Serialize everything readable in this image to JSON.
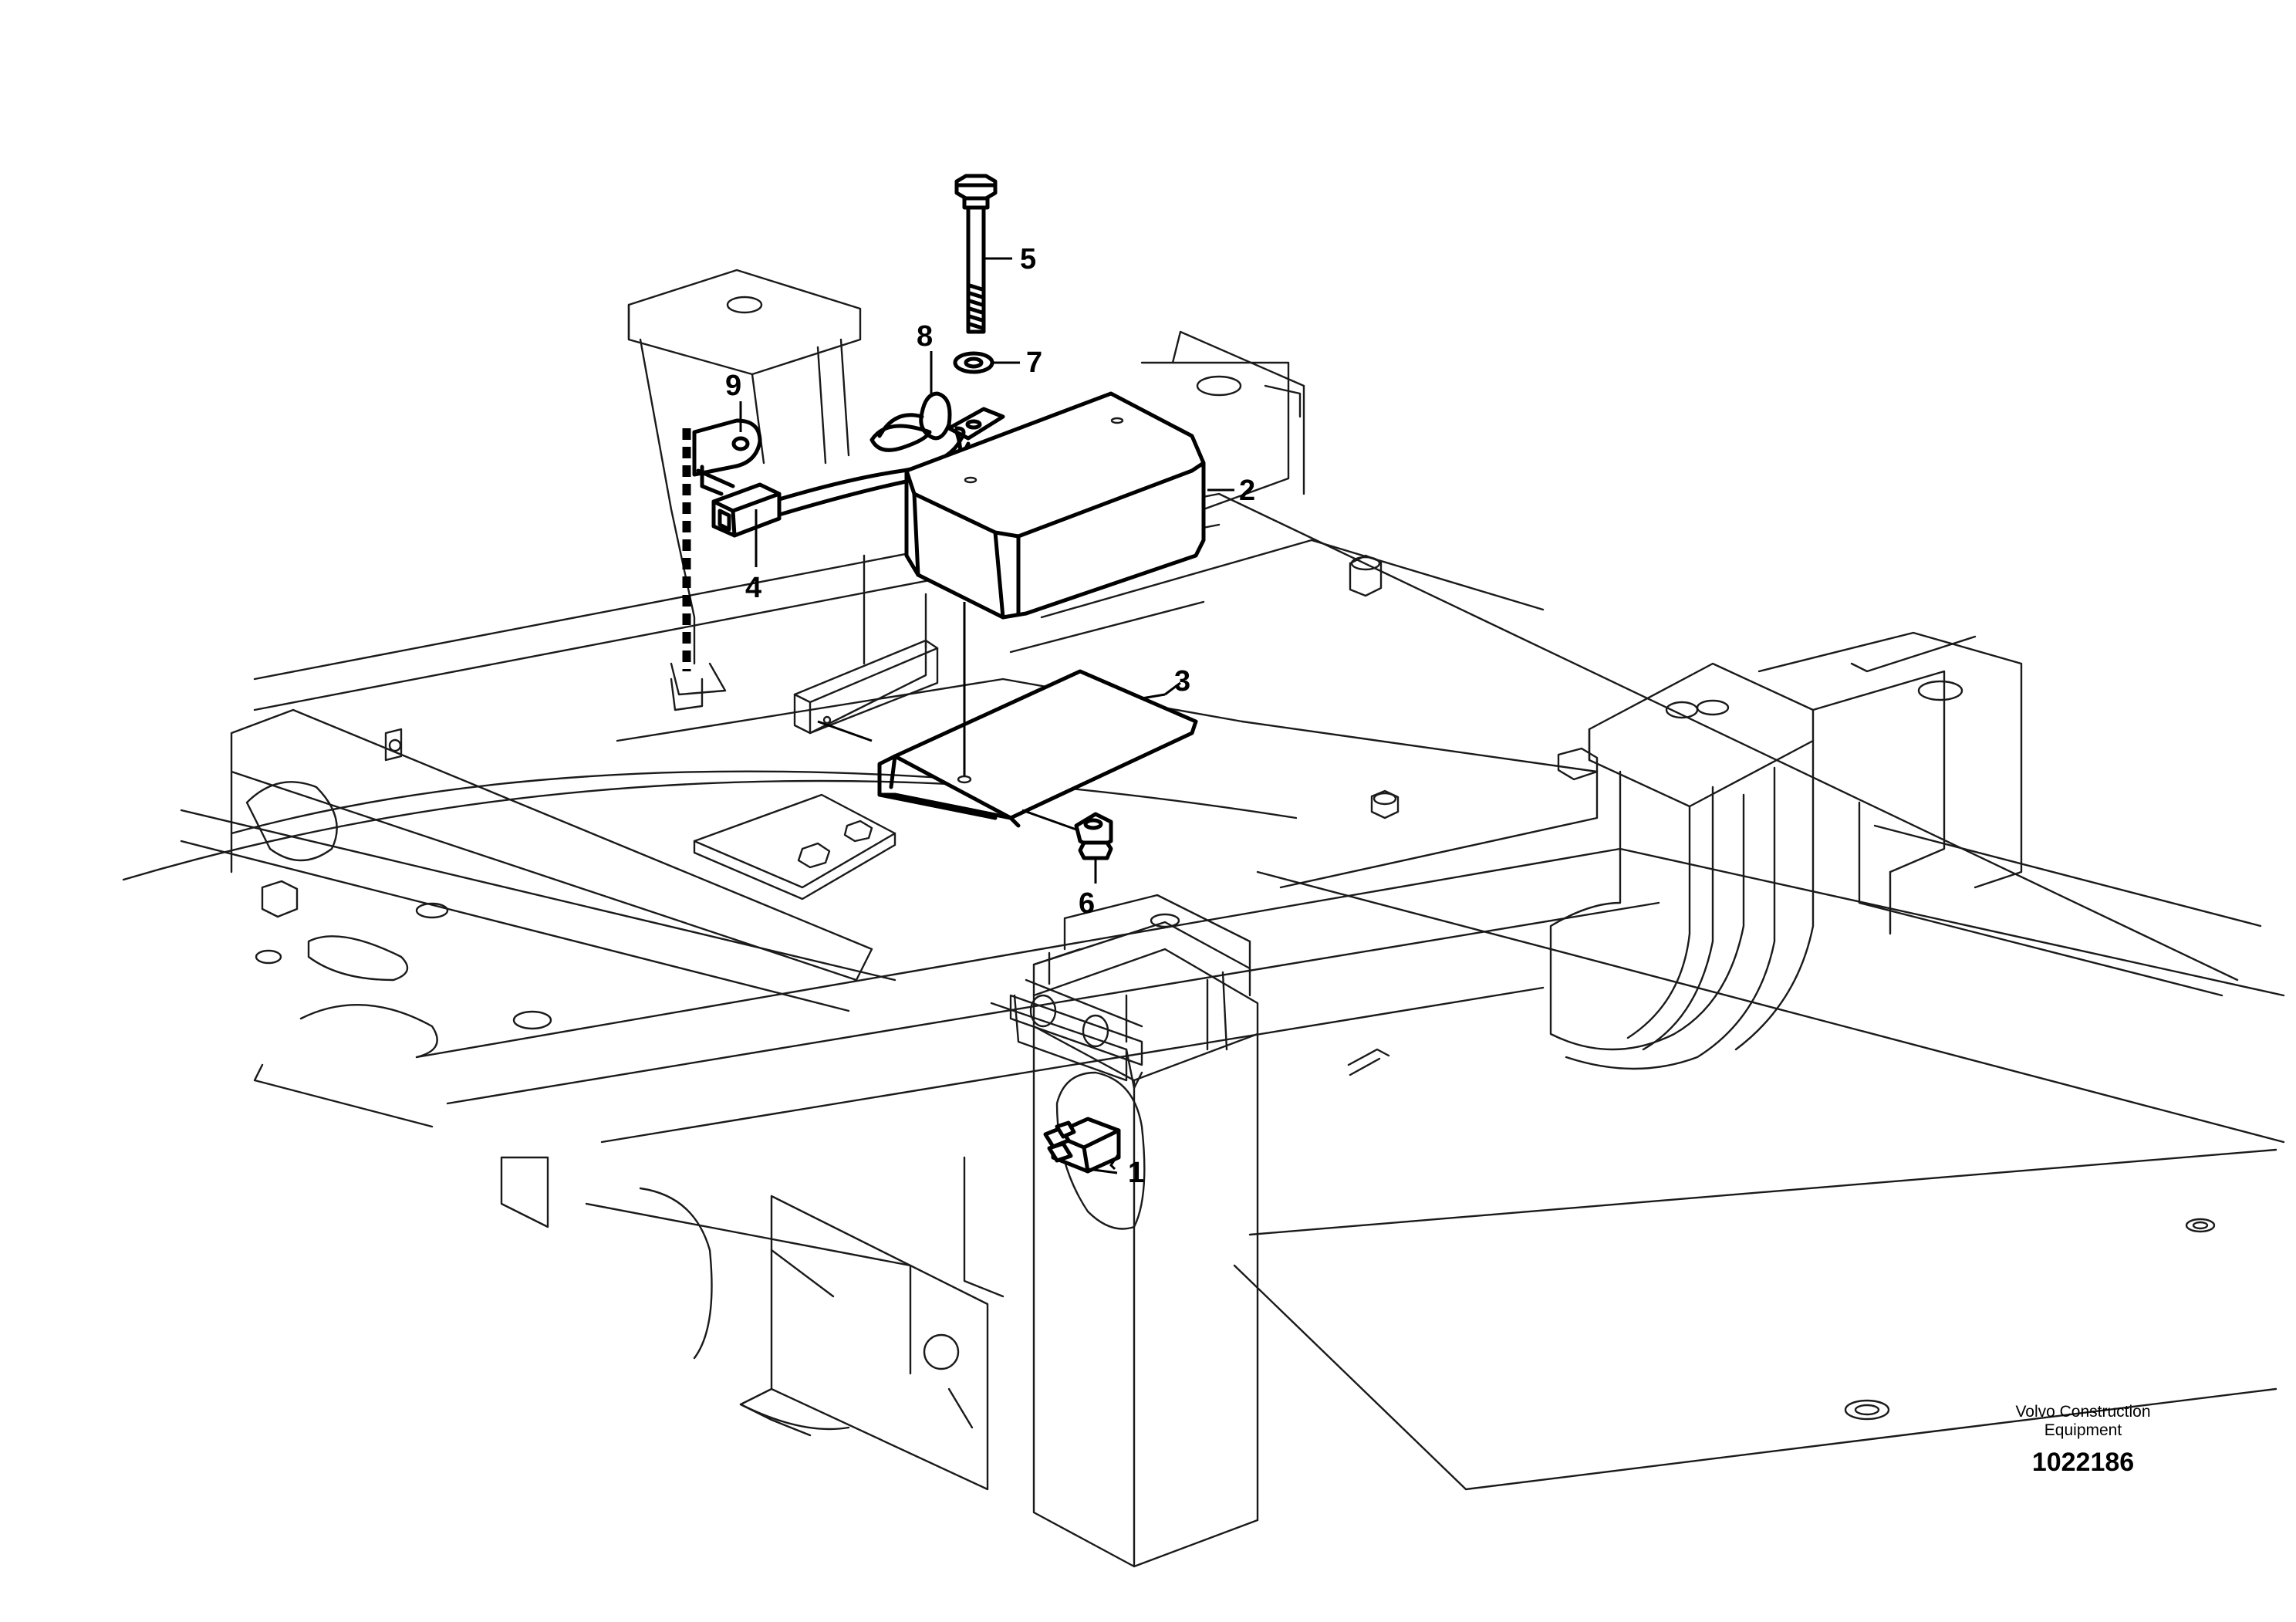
{
  "callouts": [
    {
      "id": "1",
      "label": "1"
    },
    {
      "id": "2",
      "label": "2"
    },
    {
      "id": "3",
      "label": "3"
    },
    {
      "id": "4",
      "label": "4"
    },
    {
      "id": "5",
      "label": "5"
    },
    {
      "id": "6",
      "label": "6"
    },
    {
      "id": "7",
      "label": "7"
    },
    {
      "id": "8",
      "label": "8"
    },
    {
      "id": "9",
      "label": "9"
    }
  ],
  "footer": {
    "credit_line1": "Volvo Construction",
    "credit_line2": "Equipment",
    "doc_number": "1022186"
  },
  "colors": {
    "line": "#000000",
    "background": "#ffffff"
  }
}
